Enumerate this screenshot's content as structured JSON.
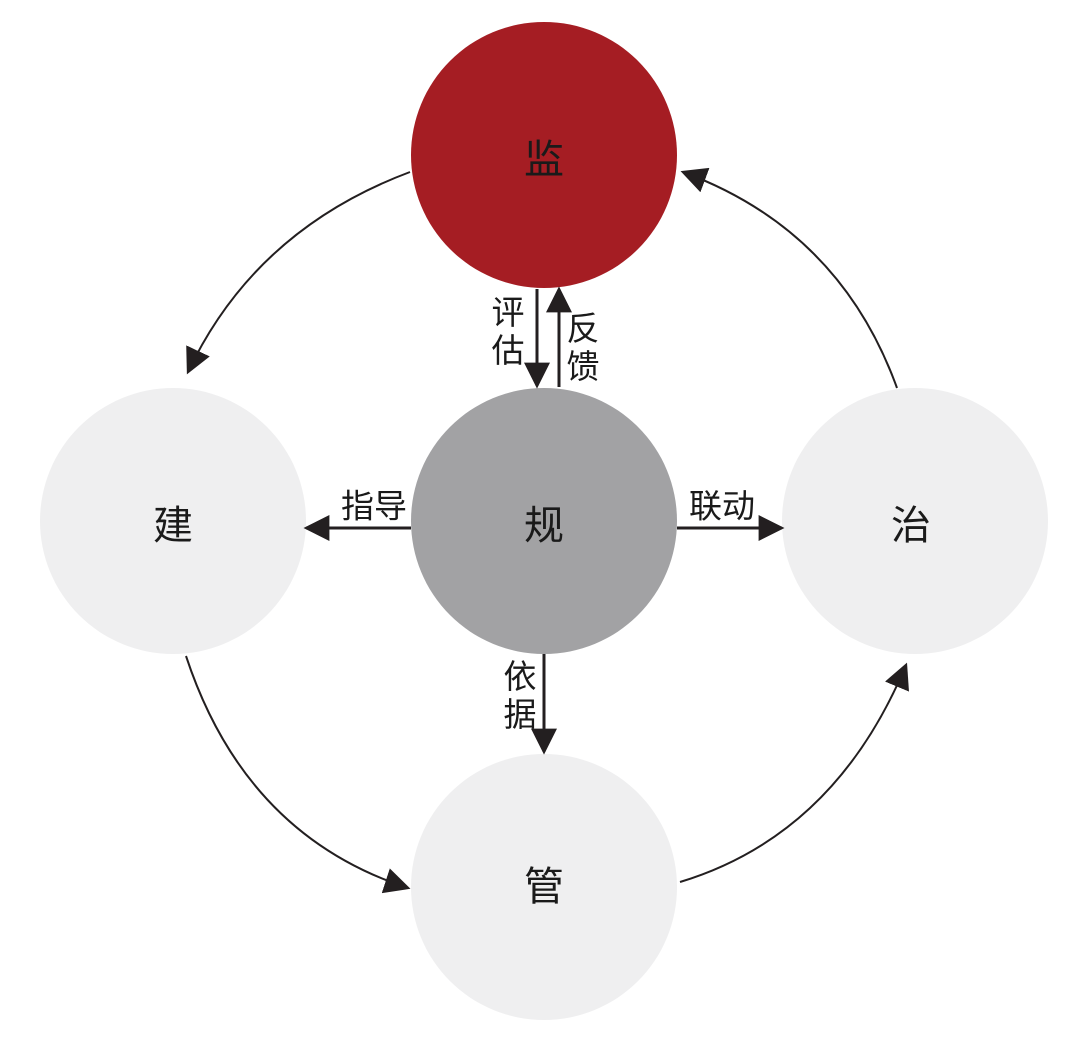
{
  "nodes": {
    "jian_monitor": {
      "label": "监",
      "color": "#a51d23"
    },
    "gui": {
      "label": "规",
      "color": "#a2a2a4"
    },
    "jian_build": {
      "label": "建",
      "color": "#efeff0"
    },
    "zhi": {
      "label": "治",
      "color": "#efeff0"
    },
    "guan": {
      "label": "管",
      "color": "#efeff0"
    }
  },
  "edges": {
    "evaluate": "评估",
    "feedback": "反馈",
    "guide": "指导",
    "linkage": "联动",
    "basis": "依据"
  },
  "colors": {
    "arrow": "#231f20"
  }
}
